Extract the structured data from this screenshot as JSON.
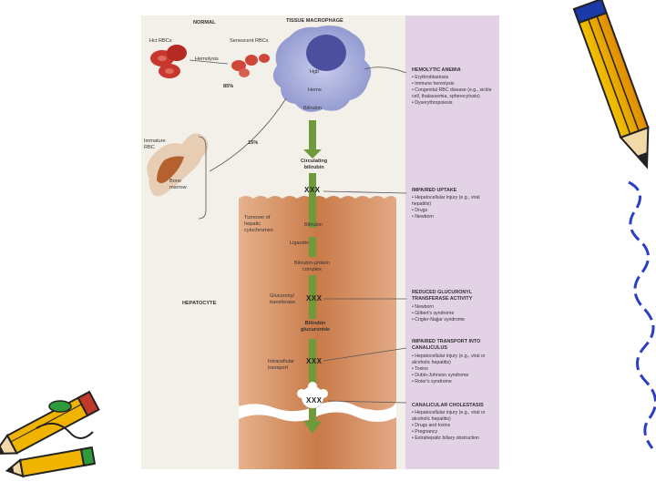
{
  "labels": {
    "normal": "NORMAL",
    "tissue_macrophage": "TISSUE MACROPHAGE",
    "hemoglobin": "Hgb",
    "heme": "Heme",
    "bilirubin_top": "Bilirubin",
    "senescent_rbcs": "Senescent RBCs",
    "hemolysis_label": "Hemolysis",
    "pct_85": "85%",
    "pct_15": "15%",
    "circulating_bilirubin": "Circulating\nbilirubin",
    "bone_marrow": "Bone\nmarrow",
    "immature_rbc": "Immature\nRBC",
    "hepatic_cytochromes": "Turnover of\nhepatic\ncytochromes",
    "bilirubin_hep": "Bilirubin",
    "ligandin": "Ligandin",
    "bilirubin_protein_complex": "Bilirubin-protein\ncomplex",
    "glucuronyl_transferase": "Glucuronyl\ntransferase",
    "hepatocyte": "HEPATOCYTE",
    "bilirubin_glucuronide": "Bilirubin\nglucuronide",
    "intracellular_transport": "Intracellular\ntransport",
    "xxx": "XXX"
  },
  "sidebar": {
    "hemolytic_anemia": {
      "title": "HEMOLYTIC ANEMIA",
      "items": [
        "Erythroblastosis",
        "Immune hemolysis",
        "Congenital RBC disease (e.g., sickle cell, thalassemia, spherocytosis)",
        "Dyserythropoiesis"
      ]
    },
    "impaired_uptake": {
      "title": "IMPAIRED UPTAKE",
      "items": [
        "Hepatocellular injury (e.g., viral hepatitis)",
        "Drugs",
        "Newborn"
      ]
    },
    "reduced_glucuronyl": {
      "title": "REDUCED GLUCURONYL TRANSFERASE ACTIVITY",
      "items": [
        "Newborn",
        "Gilbert's syndrome",
        "Crigler-Najjar syndrome"
      ]
    },
    "impaired_transport": {
      "title": "IMPAIRED TRANSPORT INTO CANALICULUS",
      "items": [
        "Hepatocellular injury (e.g., viral or alcoholic hepatitis)",
        "Toxins",
        "Dubin-Johnson syndrome",
        "Rotor's syndrome"
      ]
    },
    "canalicular_cholestasis": {
      "title": "CANALICULAR CHOLESTASIS",
      "items": [
        "Hepatocellular injury (e.g., viral or alcoholic hepatitis)",
        "Drugs and toxins",
        "Pregnancy",
        "Extrahepatic biliary obstruction"
      ]
    }
  },
  "colors": {
    "panel_bg": "#f3efe9",
    "sidebar_bg": "#e3d1e6",
    "arrow_green": "#6f9a3a",
    "hepatocyte": "#d08b5c",
    "rbc_red": "#c8372d",
    "macrophage": "#8a92cc"
  },
  "icons": [
    "pencil-icon",
    "pencils-icon"
  ]
}
